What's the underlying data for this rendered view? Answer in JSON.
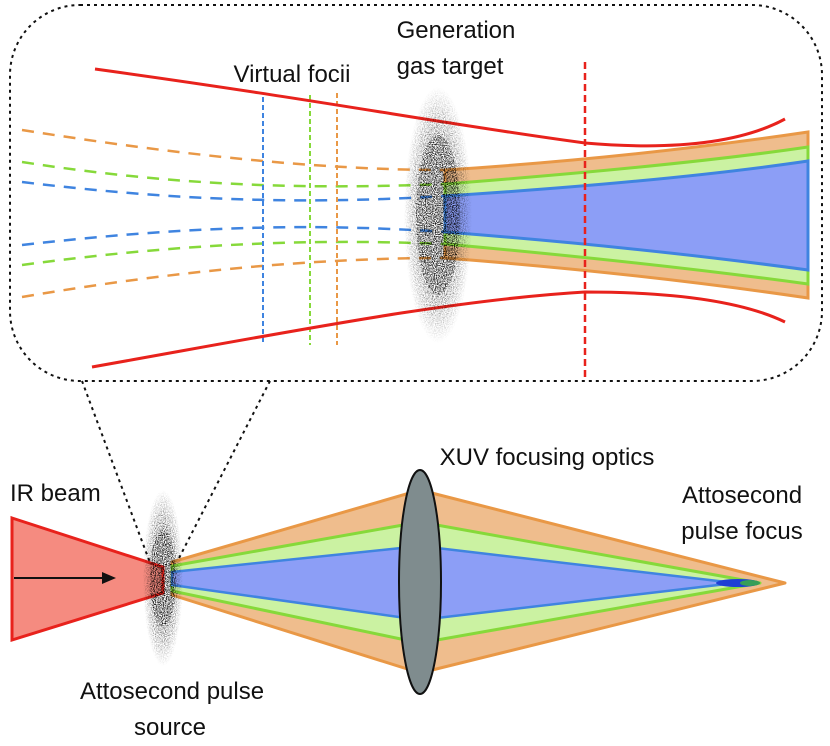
{
  "labels": {
    "virtual_focii": "Virtual focii",
    "generation_line1": "Generation",
    "generation_line2": "gas target",
    "xuv_optics": "XUV focusing optics",
    "ir_beam": "IR beam",
    "focus_line1": "Attosecond",
    "focus_line2": "pulse focus",
    "source_line1": "Attosecond pulse",
    "source_line2": "source"
  },
  "colors": {
    "ir_red": "#e8221c",
    "ir_fill": "#f58b80",
    "orange_beam": "#e99846",
    "orange_fill": "#efbd8d",
    "green_beam": "#86d93a",
    "green_fill": "#cbf2a2",
    "blue_beam": "#3f84e0",
    "blue_fill": "#8c9ef6",
    "lens_fill": "#7f8c8e"
  },
  "icons": {
    "gas_cloud": "gas-jet-cloud",
    "lens": "xuv-lens",
    "arrow": "beam-direction-arrow"
  }
}
